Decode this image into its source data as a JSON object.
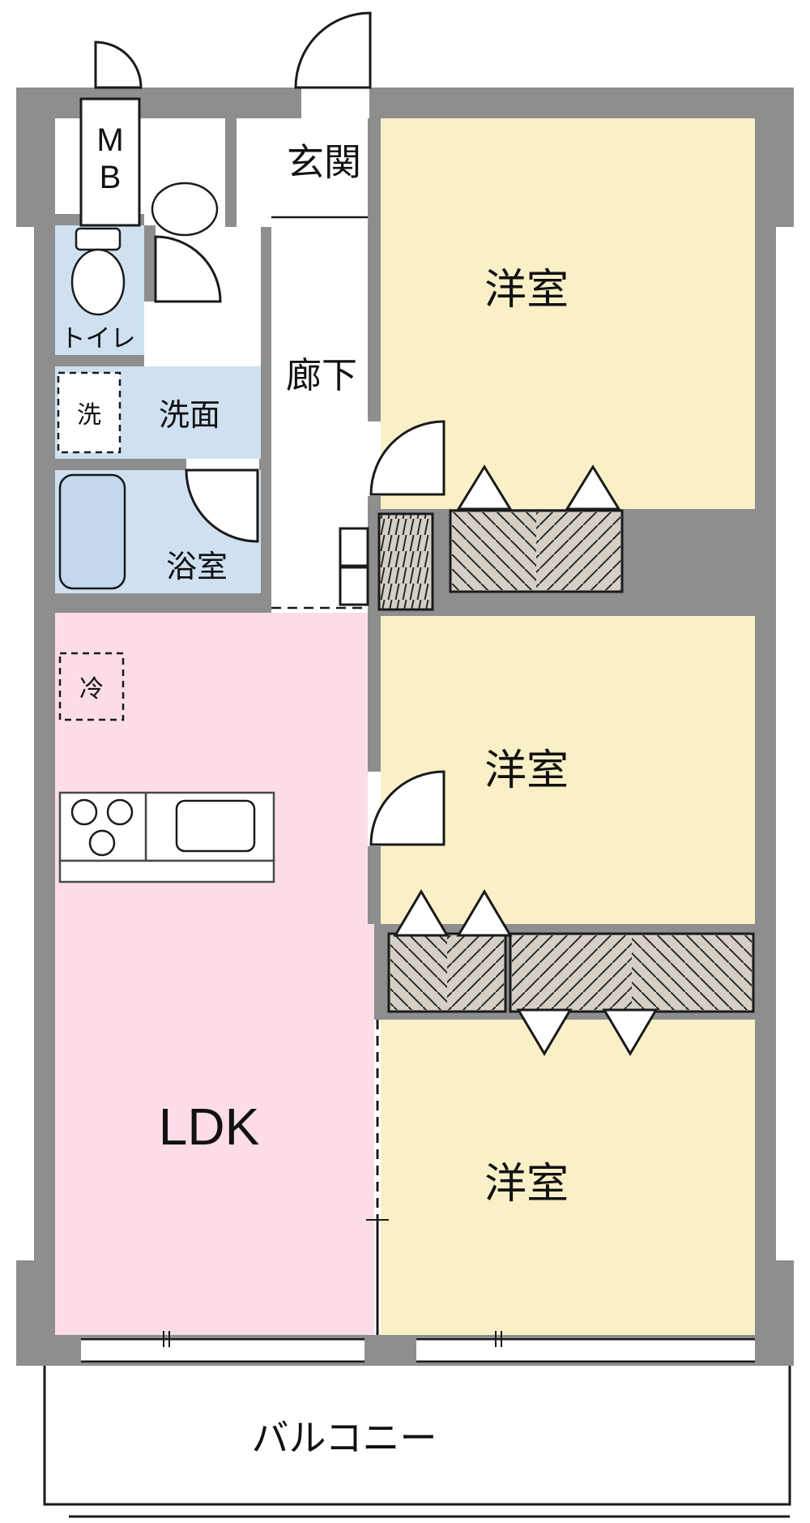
{
  "plan": {
    "labels": {
      "entrance": "玄関",
      "meter_box_line1": "M",
      "meter_box_line2": "B",
      "toilet": "トイレ",
      "laundry": "洗",
      "washroom": "洗面",
      "hallway": "廊下",
      "bathroom": "浴室",
      "bedroom_top": "洋室",
      "bedroom_middle": "洋室",
      "bedroom_bottom": "洋室",
      "refrigerator": "冷",
      "ldk": "LDK",
      "balcony": "バルコニー"
    },
    "colors": {
      "wall_gray": "#8e8e8e",
      "bedroom_yellow": "#faf0c8",
      "ldk_pink": "#fbdce8",
      "wet_area_blue": "#cfe1f1",
      "bathtub_blue": "#c3d8ec",
      "closet_tan": "#d6cfc5",
      "line_black": "#1a1a1a"
    }
  }
}
